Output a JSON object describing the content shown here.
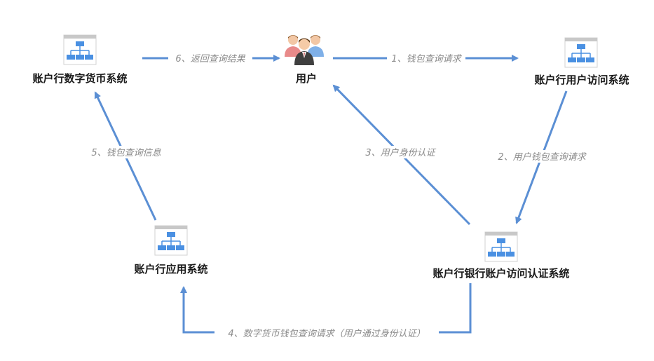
{
  "nodes": {
    "user": {
      "label": "用户"
    },
    "access": {
      "label": "账户行用户访问系统"
    },
    "auth": {
      "label": "账户行银行账户访问认证系统"
    },
    "app": {
      "label": "账户行应用系统"
    },
    "currency": {
      "label": "账户行数字货币系统"
    }
  },
  "edges": {
    "e1": {
      "label": "1、钱包查询请求"
    },
    "e2": {
      "label": "2、用户钱包查询请求"
    },
    "e3": {
      "label": "3、用户身份认证"
    },
    "e4": {
      "label": "4、数字货币钱包查询请求（用户通过身份认证）"
    },
    "e5": {
      "label": "5、钱包查询信息"
    },
    "e6": {
      "label": "6、返回查询结果"
    }
  },
  "colors": {
    "arrow": "#5b8fd4",
    "icon_blue": "#4a90e2",
    "icon_bar": "#c8c8c8"
  }
}
